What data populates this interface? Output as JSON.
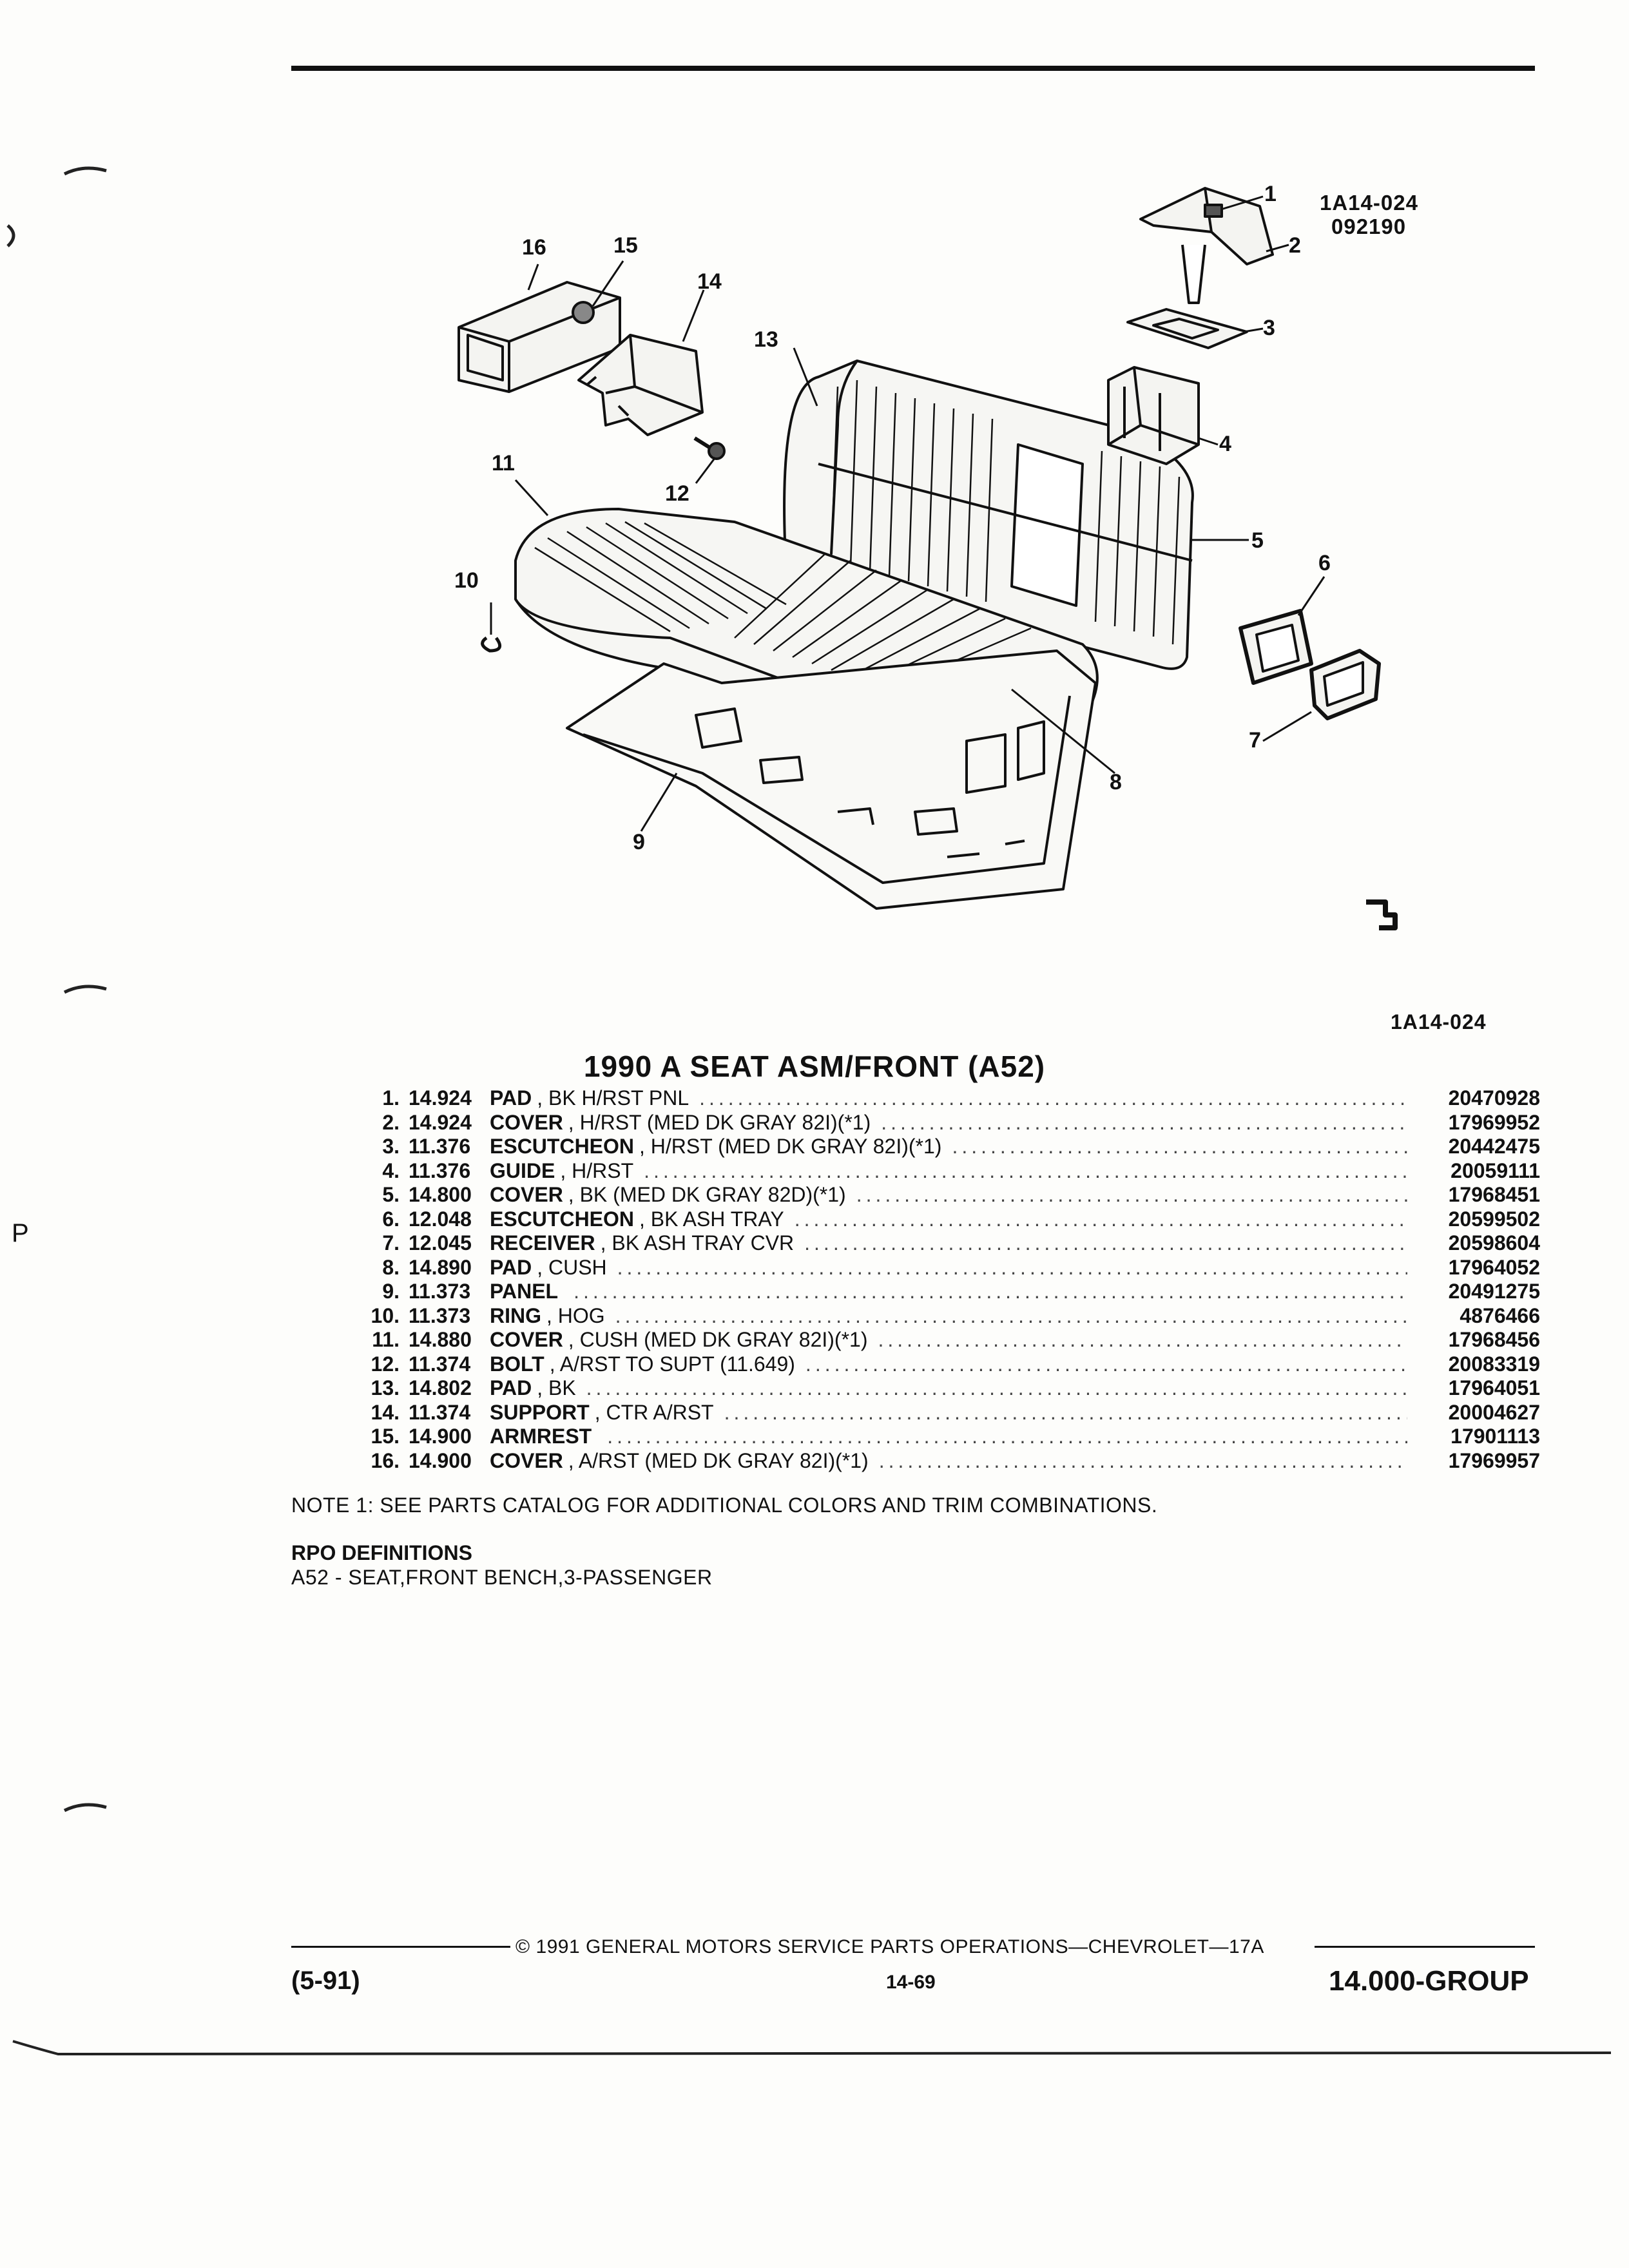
{
  "diagram": {
    "ref_top": "1A14-024",
    "ref_date": "092190",
    "ref_bottom": "1A14-024",
    "callouts": [
      "1",
      "2",
      "3",
      "4",
      "5",
      "6",
      "7",
      "8",
      "9",
      "10",
      "11",
      "12",
      "13",
      "14",
      "15",
      "16"
    ]
  },
  "title": "1990 A SEAT ASM/FRONT (A52)",
  "parts": [
    {
      "num": "1.",
      "group": "14.924",
      "name": "PAD",
      "desc": ", BK H/RST PNL",
      "part": "20470928"
    },
    {
      "num": "2.",
      "group": "14.924",
      "name": "COVER",
      "desc": ", H/RST (MED DK GRAY 82I)(*1)",
      "part": "17969952"
    },
    {
      "num": "3.",
      "group": "11.376",
      "name": "ESCUTCHEON",
      "desc": ", H/RST (MED DK GRAY 82I)(*1)",
      "part": "20442475"
    },
    {
      "num": "4.",
      "group": "11.376",
      "name": "GUIDE",
      "desc": ", H/RST",
      "part": "20059111"
    },
    {
      "num": "5.",
      "group": "14.800",
      "name": "COVER",
      "desc": ", BK (MED DK GRAY 82D)(*1)",
      "part": "17968451"
    },
    {
      "num": "6.",
      "group": "12.048",
      "name": "ESCUTCHEON",
      "desc": ", BK ASH TRAY",
      "part": "20599502"
    },
    {
      "num": "7.",
      "group": "12.045",
      "name": "RECEIVER",
      "desc": ", BK ASH TRAY CVR",
      "part": "20598604"
    },
    {
      "num": "8.",
      "group": "14.890",
      "name": "PAD",
      "desc": ", CUSH",
      "part": "17964052"
    },
    {
      "num": "9.",
      "group": "11.373",
      "name": "PANEL",
      "desc": "",
      "part": "20491275"
    },
    {
      "num": "10.",
      "group": "11.373",
      "name": "RING",
      "desc": ", HOG",
      "part": "4876466"
    },
    {
      "num": "11.",
      "group": "14.880",
      "name": "COVER",
      "desc": ", CUSH (MED DK GRAY 82I)(*1)",
      "part": "17968456"
    },
    {
      "num": "12.",
      "group": "11.374",
      "name": "BOLT",
      "desc": ", A/RST TO SUPT (11.649)",
      "part": "20083319"
    },
    {
      "num": "13.",
      "group": "14.802",
      "name": "PAD",
      "desc": ", BK",
      "part": "17964051"
    },
    {
      "num": "14.",
      "group": "11.374",
      "name": "SUPPORT",
      "desc": ", CTR A/RST",
      "part": "20004627"
    },
    {
      "num": "15.",
      "group": "14.900",
      "name": "ARMREST",
      "desc": "",
      "part": "17901113"
    },
    {
      "num": "16.",
      "group": "14.900",
      "name": "COVER",
      "desc": ", A/RST (MED DK GRAY 82I)(*1)",
      "part": "17969957"
    }
  ],
  "note": "NOTE  1:  SEE PARTS CATALOG FOR ADDITIONAL COLORS AND TRIM COMBINATIONS.",
  "rpo": {
    "title": "RPO DEFINITIONS",
    "definition": "A52 - SEAT,FRONT BENCH,3-PASSENGER"
  },
  "footer": {
    "copyright": "© 1991  GENERAL MOTORS SERVICE PARTS OPERATIONS—CHEVROLET—17A",
    "date": "(5-91)",
    "page": "14-69",
    "group": "14.000-GROUP"
  }
}
